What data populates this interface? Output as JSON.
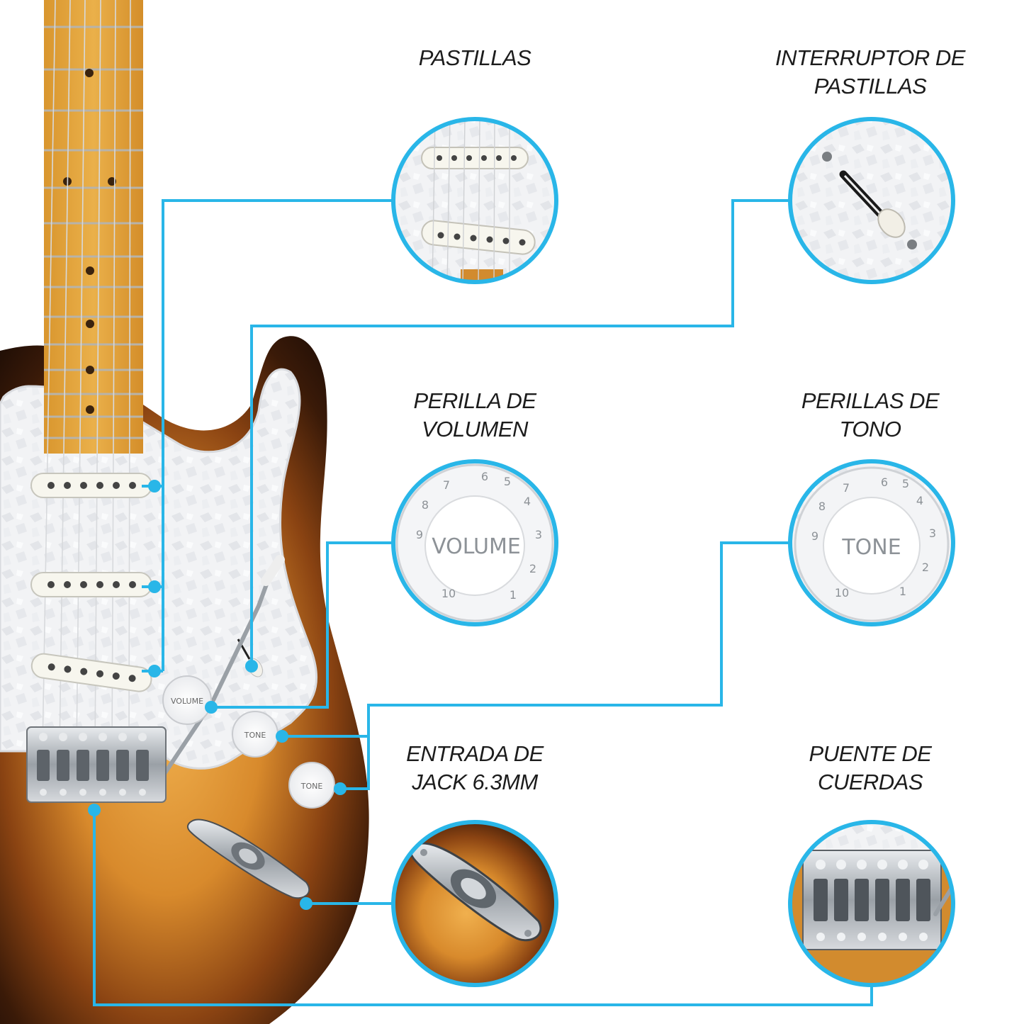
{
  "colors": {
    "callout_line": "#29b6e8",
    "body_sunburst_outer": "#1a0d06",
    "body_sunburst_mid": "#b5651d",
    "body_sunburst_inner": "#e8a545",
    "pickguard": "#f4f4f6",
    "neck_maple": "#e3a53a",
    "chrome": "#c8ccd0"
  },
  "callouts": [
    {
      "id": "pickups",
      "lines": [
        "PASTILLAS"
      ]
    },
    {
      "id": "pickup-switch",
      "lines": [
        "INTERRUPTOR DE",
        "PASTILLAS"
      ]
    },
    {
      "id": "volume-knob",
      "lines": [
        "PERILLA DE",
        "VOLUMEN"
      ]
    },
    {
      "id": "tone-knobs",
      "lines": [
        "PERILLAS DE",
        "TONO"
      ]
    },
    {
      "id": "jack-input",
      "lines": [
        "ENTRADA DE",
        "JACK 6.3MM"
      ]
    },
    {
      "id": "string-bridge",
      "lines": [
        "PUENTE DE",
        "CUERDAS"
      ]
    }
  ],
  "knob_text": {
    "volume": "VOLUME",
    "tone": "TONE",
    "numbers": [
      "1",
      "2",
      "3",
      "4",
      "5",
      "6",
      "7",
      "8",
      "9",
      "10"
    ]
  }
}
